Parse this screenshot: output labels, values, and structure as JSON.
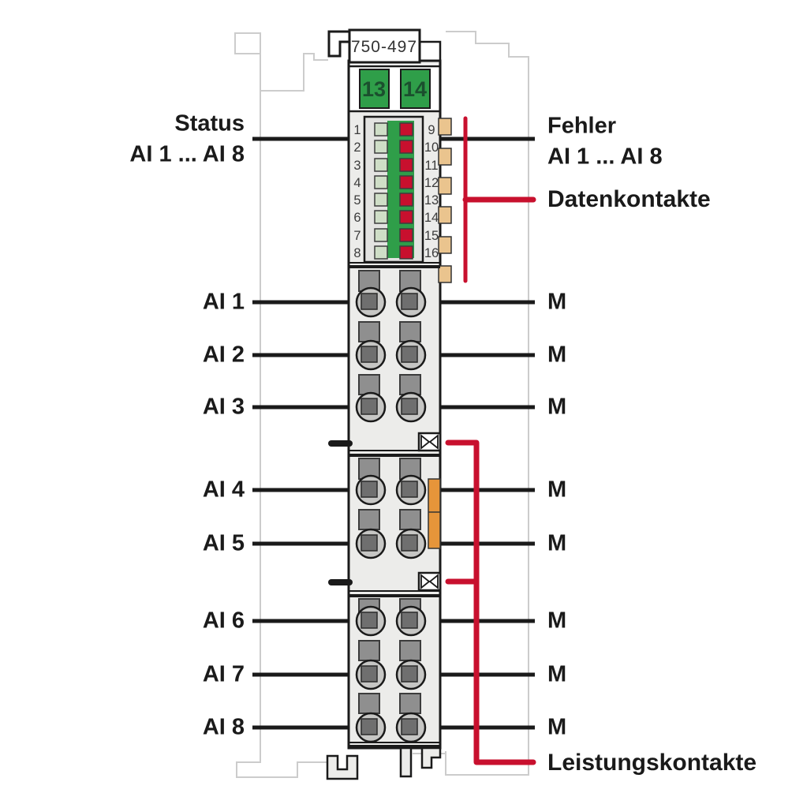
{
  "module": {
    "part_number": "750-497",
    "supply_terminals": [
      "13",
      "14"
    ],
    "led_numbers_left": [
      "1",
      "2",
      "3",
      "4",
      "5",
      "6",
      "7",
      "8"
    ],
    "led_numbers_right": [
      "9",
      "10",
      "11",
      "12",
      "13",
      "14",
      "15",
      "16"
    ]
  },
  "callouts": {
    "status_title": "Status",
    "status_range": "AI 1 ... AI 8",
    "error_title": "Fehler",
    "error_range": "AI 1 ... AI 8",
    "data_contacts": "Datenkontakte",
    "power_contacts": "Leistungskontakte"
  },
  "rows": [
    {
      "input": "AI 1",
      "ref": "M"
    },
    {
      "input": "AI 2",
      "ref": "M"
    },
    {
      "input": "AI 3",
      "ref": "M"
    },
    {
      "input": "AI 4",
      "ref": "M"
    },
    {
      "input": "AI 5",
      "ref": "M"
    },
    {
      "input": "AI 6",
      "ref": "M"
    },
    {
      "input": "AI 7",
      "ref": "M"
    },
    {
      "input": "AI 8",
      "ref": "M"
    }
  ],
  "colors": {
    "accent_red": "#c8102e",
    "connector_green": "#2f9e49",
    "led_off_green": "#cfdec7",
    "led_red": "#c8102e",
    "data_contact_tan": "#eac48e",
    "power_jumper_orange": "#e6953a"
  }
}
